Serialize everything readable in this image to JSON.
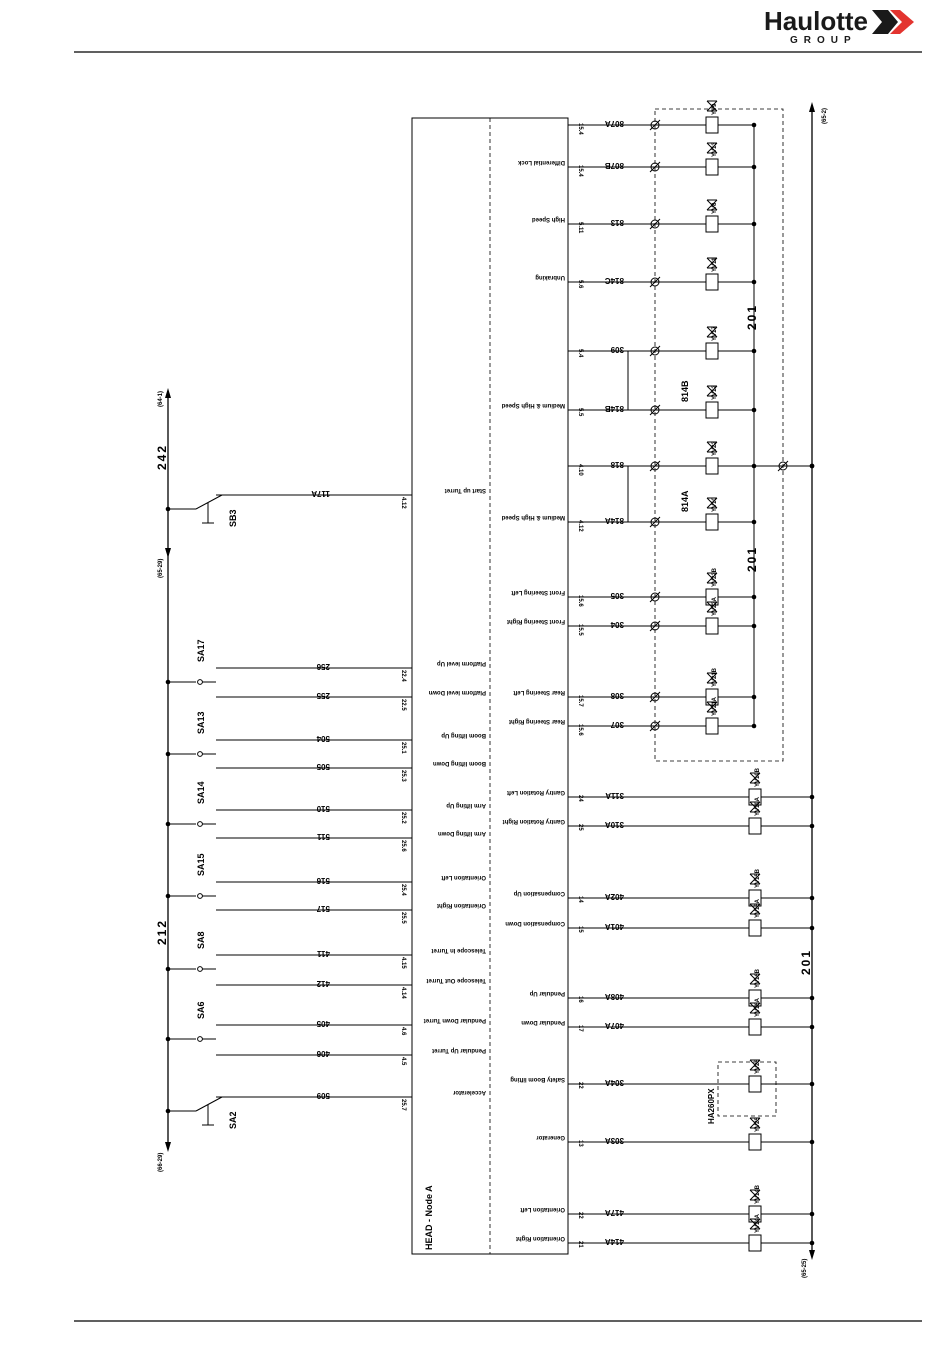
{
  "header": {
    "brand": "Haulotte",
    "group": "GROUP"
  },
  "module": {
    "title": "HEAD - Node A"
  },
  "top_functions": [
    {
      "label": "Orientation Right",
      "pin": "21",
      "wire": "414A",
      "coil": "YV14A"
    },
    {
      "label": "Orientation Left",
      "pin": "22",
      "wire": "417A",
      "coil": "YV14B"
    },
    {
      "label": "Generator",
      "pin": "13",
      "wire": "303A",
      "coil": "YV25"
    },
    {
      "label": "Safety Boom lifting",
      "pin": "22",
      "wire": "304A",
      "coil": "YV26"
    },
    {
      "label": "Pendular Down",
      "pin": "17",
      "wire": "407A",
      "coil": "YV16A"
    },
    {
      "label": "Pendular Up",
      "pin": "16",
      "wire": "408A",
      "coil": "YV16B"
    },
    {
      "label": "Compensation Down",
      "pin": "15",
      "wire": "401A",
      "coil": "YV15A"
    },
    {
      "label": "Compensation Up",
      "pin": "14",
      "wire": "402A",
      "coil": "YV15B"
    },
    {
      "label": "Gantry Rotation Right",
      "pin": "25",
      "wire": "310A",
      "coil": "YV19A"
    },
    {
      "label": "Gantry Rotation Left",
      "pin": "24",
      "wire": "311A",
      "coil": "YV19B"
    },
    {
      "label": "Rear Steering Right",
      "pin": "15.6",
      "wire": "307",
      "coil": "YV21A"
    },
    {
      "label": "Rear Steering Left",
      "pin": "15.7",
      "wire": "308",
      "coil": "YV21B"
    },
    {
      "label": "Front Steering Right",
      "pin": "15.5",
      "wire": "304",
      "coil": "YV22A"
    },
    {
      "label": "Front Steering Left",
      "pin": "15.6",
      "wire": "305",
      "coil": "YV22B"
    },
    {
      "label": "Medium & High Speed",
      "pin": "4.12",
      "wire": "814A",
      "coil": "YV10"
    },
    {
      "label": "",
      "pin": "4.10",
      "wire": "818",
      "coil": "YV22"
    },
    {
      "label": "Medium & High Speed",
      "pin": "5.5",
      "wire": "814B",
      "coil": "YV12"
    },
    {
      "label": "",
      "pin": "5.4",
      "wire": "309",
      "coil": "YV17"
    },
    {
      "label": "Unbraking",
      "pin": "5.6",
      "wire": "814C",
      "coil": "YV11"
    },
    {
      "label": "High Speed",
      "pin": "5.11",
      "wire": "813",
      "coil": "YV8"
    },
    {
      "label": "Differential Lock",
      "pin": "15.4",
      "wire": "807B",
      "coil": "YV13"
    },
    {
      "label": "",
      "pin": "15.4",
      "wire": "807A",
      "coil": "YV9"
    }
  ],
  "branch_labels": {
    "b814a": "814A",
    "b814b": "814B",
    "ha260px": "HA260PX",
    "w201a": "201",
    "w201b": "201",
    "w201c": "201",
    "ref_top_right": "(65-2)",
    "ref_bottom_right": "(65-25)"
  },
  "bottom_functions": [
    {
      "label": "Accelerator",
      "pin": "25.7",
      "wire": "509",
      "switch": "SA2"
    },
    {
      "label": "Pendular Up Turret",
      "pin": "4.5",
      "wire": "406",
      "switch": ""
    },
    {
      "label": "Pendular Down Turret",
      "pin": "4.6",
      "wire": "405",
      "switch": "SA6"
    },
    {
      "label": "Telescope Out Turret",
      "pin": "4.14",
      "wire": "412",
      "switch": ""
    },
    {
      "label": "Telescope In Turret",
      "pin": "4.15",
      "wire": "411",
      "switch": "SA8"
    },
    {
      "label": "Orientation Right",
      "pin": "25.5",
      "wire": "517",
      "switch": ""
    },
    {
      "label": "Orientation Left",
      "pin": "25.4",
      "wire": "516",
      "switch": "SA15"
    },
    {
      "label": "Arm lifting Down",
      "pin": "25.6",
      "wire": "511",
      "switch": ""
    },
    {
      "label": "Arm lifting Up",
      "pin": "25.2",
      "wire": "510",
      "switch": "SA14"
    },
    {
      "label": "Boom lifting Down",
      "pin": "25.3",
      "wire": "505",
      "switch": ""
    },
    {
      "label": "Boom lifting Up",
      "pin": "25.1",
      "wire": "504",
      "switch": "SA13"
    },
    {
      "label": "Platform level Down",
      "pin": "22.5",
      "wire": "255",
      "switch": ""
    },
    {
      "label": "Platform level Up",
      "pin": "22.4",
      "wire": "256",
      "switch": "SA17"
    },
    {
      "label": "Start up Turret",
      "pin": "4.12",
      "wire": "117A",
      "switch": "SB3"
    }
  ],
  "left_bus": {
    "w212": "212",
    "w242": "242",
    "ref_bottom": "(66-29)",
    "ref_mid": "(65-29)",
    "ref_top": "(64-1)"
  }
}
